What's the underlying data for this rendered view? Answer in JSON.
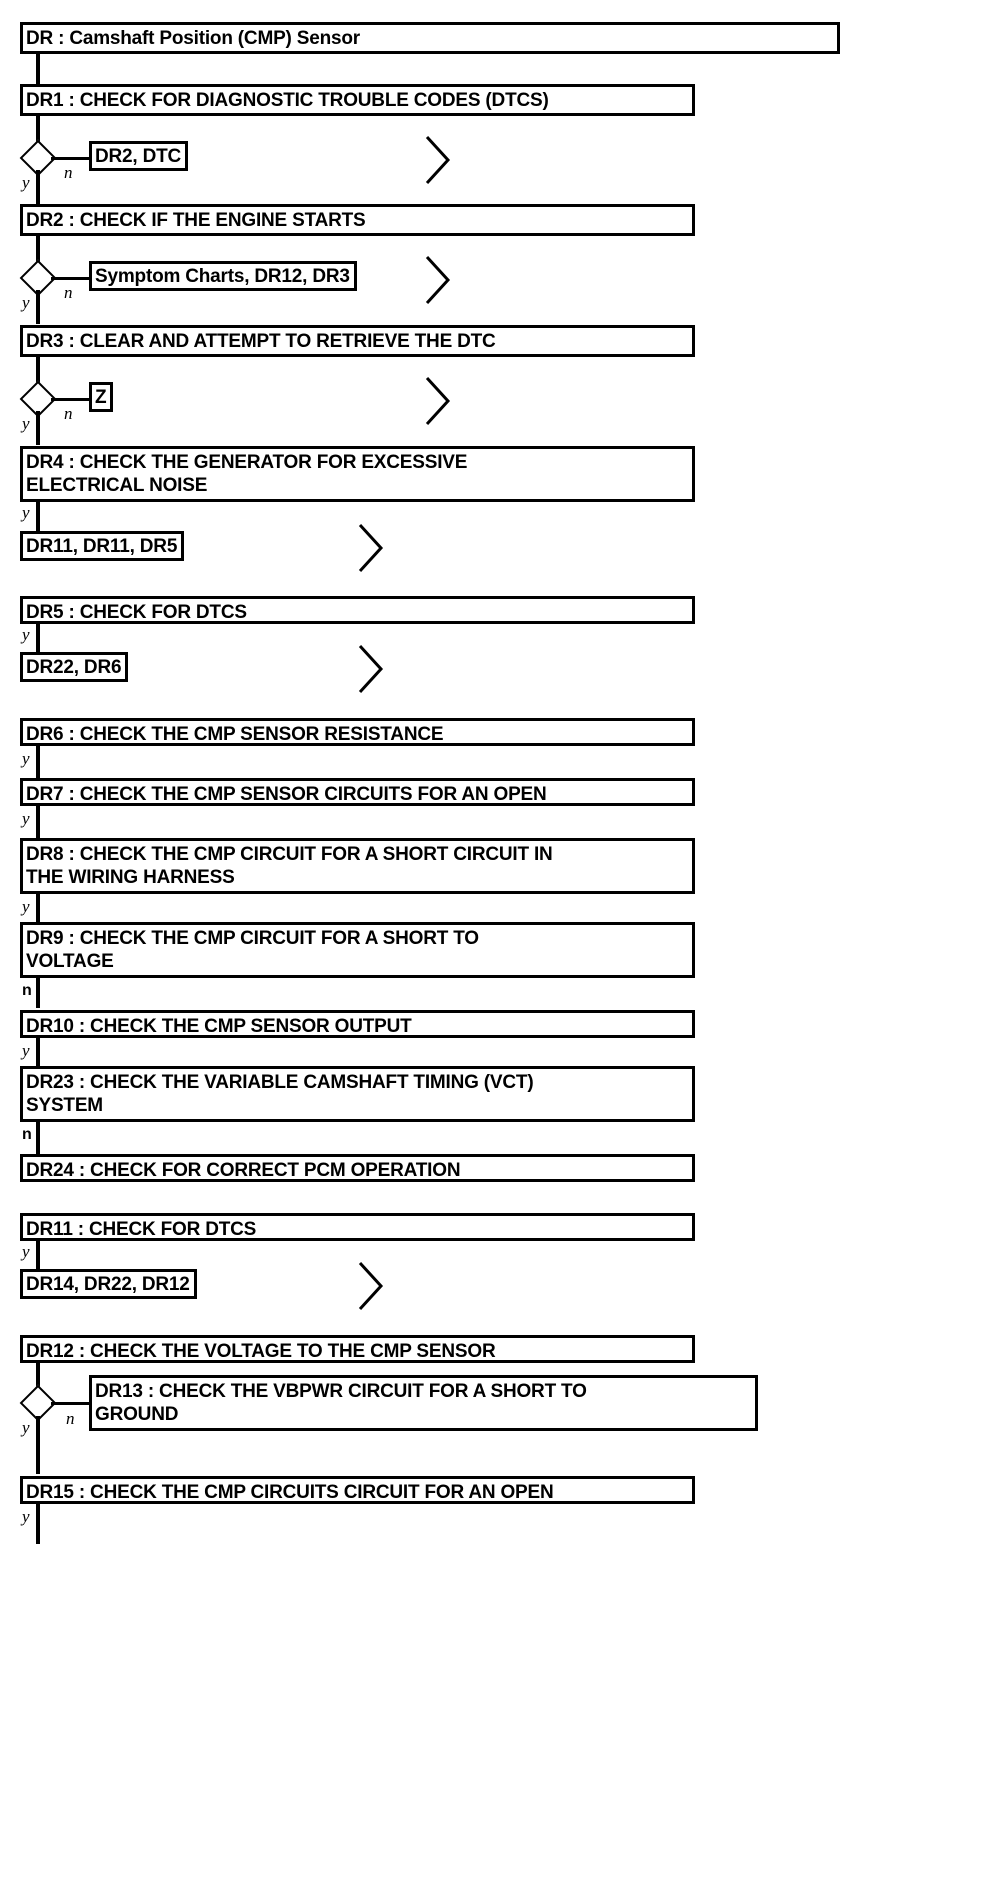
{
  "diagram": {
    "title": "DR : Camshaft Position (CMP) Sensor",
    "type": "flowchart",
    "branch_labels": {
      "yes": "y",
      "no": "n"
    }
  },
  "steps": [
    {
      "id": "DR",
      "label": "DR : Camshaft Position (CMP) Sensor"
    },
    {
      "id": "DR1",
      "label": "DR1 : CHECK FOR DIAGNOSTIC TROUBLE CODES (DTCS)"
    },
    {
      "id": "DR2",
      "label": "DR2 : CHECK IF THE ENGINE STARTS"
    },
    {
      "id": "DR3",
      "label": "DR3 : CLEAR AND ATTEMPT TO RETRIEVE THE DTC"
    },
    {
      "id": "DR4",
      "label": "DR4 : CHECK THE GENERATOR FOR EXCESSIVE\nELECTRICAL NOISE"
    },
    {
      "id": "DR5",
      "label": "DR5 : CHECK FOR DTCS"
    },
    {
      "id": "DR6",
      "label": "DR6 : CHECK THE CMP SENSOR RESISTANCE"
    },
    {
      "id": "DR7",
      "label": "DR7 : CHECK THE CMP SENSOR CIRCUITS FOR AN OPEN"
    },
    {
      "id": "DR8",
      "label": "DR8 : CHECK THE CMP CIRCUIT FOR A SHORT CIRCUIT IN\nTHE WIRING HARNESS"
    },
    {
      "id": "DR9",
      "label": "DR9 : CHECK THE CMP CIRCUIT FOR A SHORT TO\nVOLTAGE"
    },
    {
      "id": "DR10",
      "label": "DR10 : CHECK THE CMP SENSOR OUTPUT"
    },
    {
      "id": "DR23",
      "label": "DR23 : CHECK THE VARIABLE CAMSHAFT TIMING (VCT)\nSYSTEM"
    },
    {
      "id": "DR24",
      "label": "DR24 : CHECK FOR CORRECT PCM OPERATION"
    },
    {
      "id": "DR11",
      "label": "DR11 : CHECK FOR DTCS"
    },
    {
      "id": "DR12",
      "label": "DR12 : CHECK THE VOLTAGE TO THE CMP SENSOR"
    },
    {
      "id": "DR13",
      "label": "DR13 : CHECK THE VBPWR CIRCUIT FOR A SHORT TO\nGROUND"
    },
    {
      "id": "DR15",
      "label": "DR15 : CHECK THE CMP CIRCUITS CIRCUIT FOR AN OPEN"
    }
  ],
  "refs": [
    {
      "id": "ref-dr2-dtc",
      "label": "DR2, DTC"
    },
    {
      "id": "ref-symptom-charts",
      "label": "Symptom Charts, DR12, DR3"
    },
    {
      "id": "ref-z",
      "label": "Z"
    },
    {
      "id": "ref-dr11-dr11-dr5",
      "label": "DR11, DR11, DR5"
    },
    {
      "id": "ref-dr22-dr6",
      "label": "DR22, DR6"
    },
    {
      "id": "ref-dr14-dr22-dr12",
      "label": "DR14, DR22, DR12"
    }
  ],
  "edges": [
    {
      "from": "DR1",
      "branch": "y"
    },
    {
      "from": "DR1",
      "branch": "n"
    },
    {
      "from": "DR2",
      "branch": "y"
    },
    {
      "from": "DR2",
      "branch": "n"
    },
    {
      "from": "DR3",
      "branch": "y"
    },
    {
      "from": "DR3",
      "branch": "n"
    },
    {
      "from": "DR4",
      "branch": "y"
    },
    {
      "from": "DR5",
      "branch": "y"
    },
    {
      "from": "DR6",
      "branch": "y"
    },
    {
      "from": "DR7",
      "branch": "y"
    },
    {
      "from": "DR8",
      "branch": "y"
    },
    {
      "from": "DR9",
      "branch": "n"
    },
    {
      "from": "DR10",
      "branch": "y"
    },
    {
      "from": "DR23",
      "branch": "n"
    },
    {
      "from": "DR11",
      "branch": "y"
    },
    {
      "from": "DR12",
      "branch": "y"
    },
    {
      "from": "DR12",
      "branch": "n"
    },
    {
      "from": "DR15",
      "branch": "y"
    }
  ],
  "colors": {
    "stroke": "#000000",
    "fill": "#ffffff"
  }
}
